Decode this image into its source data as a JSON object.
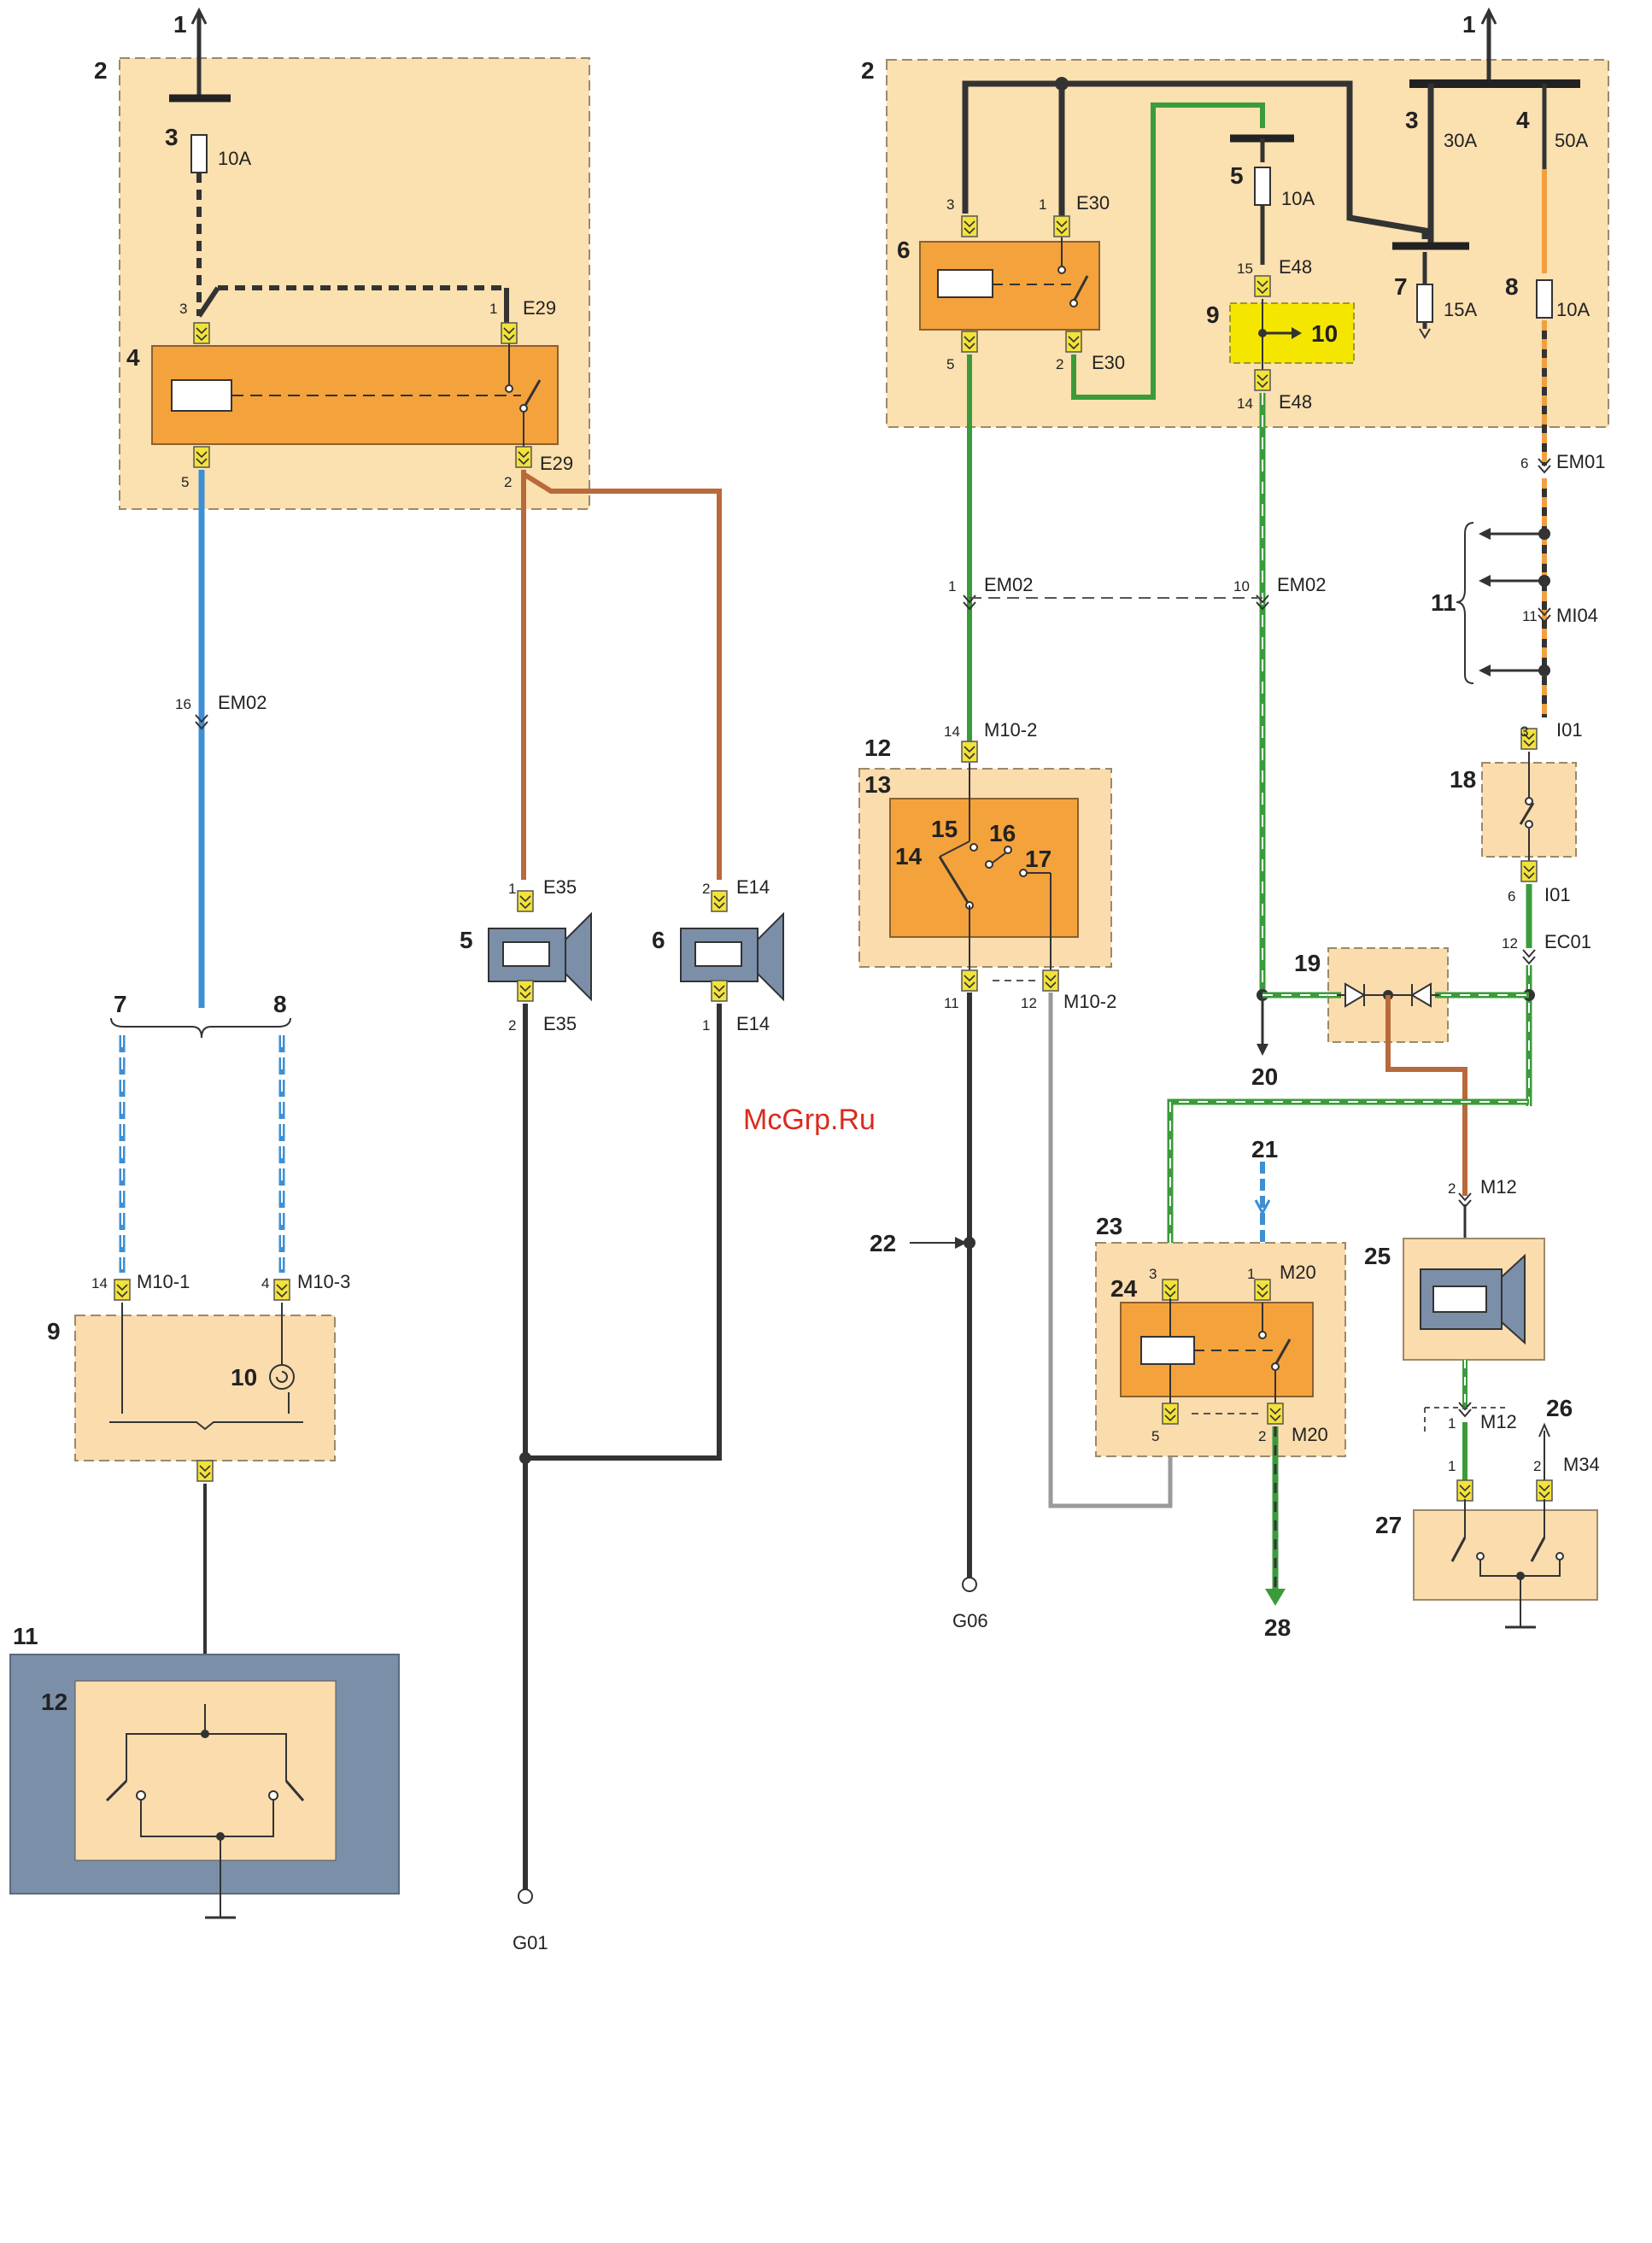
{
  "watermark": "McGrp.Ru",
  "left": {
    "n_1": "1",
    "n_2": "2",
    "n_3": "3",
    "fuse3": "10A",
    "n_4": "4",
    "pin_3a": "3",
    "pin_1a": "1",
    "code_e29_top": "E29",
    "pin_5a": "5",
    "pin_2a": "2",
    "code_e29_bot": "E29",
    "pin_16": "16",
    "code_em02": "EM02",
    "pin_1b": "1",
    "code_e35_top": "E35",
    "pin_2b": "2",
    "code_e35_bot": "E35",
    "pin_2c": "2",
    "code_e14_top": "E14",
    "pin_1c": "1",
    "code_e14_bot": "E14",
    "n_5": "5",
    "n_6": "6",
    "n_7": "7",
    "n_8": "8",
    "pin_14": "14",
    "code_m10_1": "M10-1",
    "pin_4": "4",
    "code_m10_3": "M10-3",
    "n_9": "9",
    "n_10": "10",
    "n_11": "11",
    "n_12": "12",
    "ground_g01": "G01"
  },
  "right": {
    "n_1": "1",
    "n_2": "2",
    "n_3": "3",
    "fuse3": "30A",
    "n_4": "4",
    "fuse4": "50A",
    "n_5": "5",
    "fuse5": "10A",
    "n_6": "6",
    "pin_3": "3",
    "pin_1": "1",
    "code_e30_top": "E30",
    "pin_5": "5",
    "pin_2": "2",
    "code_e30_bot": "E30",
    "pin_15": "15",
    "code_e48_top": "E48",
    "n_9": "9",
    "n_10": "10",
    "pin_14": "14",
    "code_e48_bot": "E48",
    "n_7": "7",
    "fuse7": "15A",
    "n_8": "8",
    "fuse8": "10A",
    "pin_6": "6",
    "code_em01": "EM01",
    "pin_1_em02": "1",
    "code_em02_a": "EM02",
    "pin_10_em02": "10",
    "code_em02_b": "EM02",
    "n_11": "11",
    "pin_11_mi04": "11",
    "code_mi04": "MI04",
    "pin_14_m10": "14",
    "code_m10_2_top": "M10-2",
    "n_12": "12",
    "n_13": "13",
    "c_14": "14",
    "c_15": "15",
    "c_16": "16",
    "c_17": "17",
    "pin_11": "11",
    "pin_12": "12",
    "code_m10_2_bot": "M10-2",
    "pin_3_i01": "3",
    "code_i01_top": "I01",
    "n_18": "18",
    "pin_6_i01": "6",
    "code_i01_bot": "I01",
    "pin_12_ec01": "12",
    "code_ec01": "EC01",
    "n_19": "19",
    "n_20": "20",
    "n_21": "21",
    "n_22": "22",
    "n_23": "23",
    "n_24": "24",
    "pin_3_m20": "3",
    "pin_1_m20": "1",
    "code_m20_top": "M20",
    "pin_5_m20": "5",
    "pin_2_m20": "2",
    "code_m20_bot": "M20",
    "pin_2_m12": "2",
    "code_m12_top": "M12",
    "n_25": "25",
    "pin_1_m12": "1",
    "code_m12_bot": "M12",
    "n_26": "26",
    "pin_1_m34": "1",
    "pin_2_m34": "2",
    "code_m34": "M34",
    "n_27": "27",
    "ground_g06": "G06",
    "n_28": "28"
  },
  "colors": {
    "fuse_box": "#fbe0b0",
    "relay": "#f4a23b",
    "component": "#fbdcad",
    "wire_blue": "#3d8fd6",
    "wire_brown": "#b86a3a",
    "wire_green": "#3b9b3b",
    "wire_black": "#333333",
    "wire_grey": "#9a9a9a",
    "wire_orange": "#f0a040",
    "connector": "#f2e23a",
    "speaker": "#7b8fa8",
    "yellow_module": "#f5e600"
  }
}
